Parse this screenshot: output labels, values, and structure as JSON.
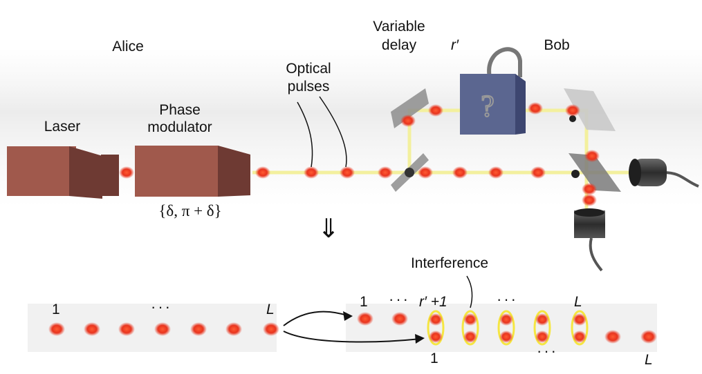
{
  "labels": {
    "alice": "Alice",
    "laser": "Laser",
    "phase_modulator_line1": "Phase",
    "phase_modulator_line2": "modulator",
    "phase_set": "{δ, π + δ}",
    "optical_pulses_line1": "Optical",
    "optical_pulses_line2": "pulses",
    "variable_delay_line1": "Variable",
    "variable_delay_line2": "delay",
    "r_prime": "r′",
    "bob": "Bob",
    "implies_arrow": "⇓",
    "interference": "Interference"
  },
  "bottom_row": {
    "alice_first": "1",
    "alice_ellipsis": "···",
    "alice_last": "L",
    "upper_first": "1",
    "upper_ellipsis": "···",
    "upper_r_label": "r′ +1",
    "upper_ellipsis_2": "···",
    "upper_last": "L",
    "lower_first": "1",
    "lower_ellipsis": "···",
    "lower_last": "L"
  },
  "colors": {
    "pulse": "#e8341e",
    "fiber": "#f3f09e",
    "box": "#9a5246",
    "cube": "#5b6690",
    "interference_ring": "#f5e642",
    "beam_splitter": "#8d8d8d"
  },
  "icons": {
    "laser": "laser-block-icon",
    "phase_modulator": "phase-modulator-block-icon",
    "beam_splitter": "beam-splitter-icon",
    "mirror": "mirror-icon",
    "detector": "photon-detector-icon",
    "lock": "question-lock-icon"
  }
}
